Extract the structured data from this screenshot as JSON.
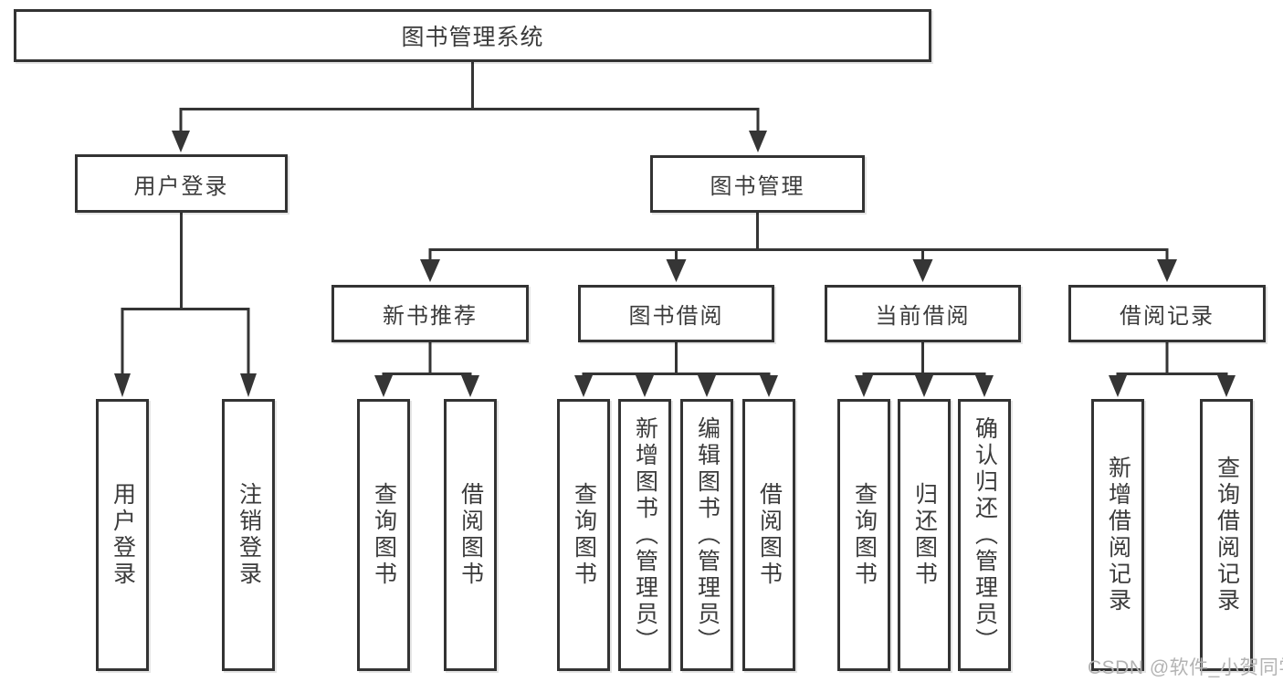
{
  "tree": {
    "label": "图书管理系统",
    "children": [
      {
        "label": "用户登录",
        "children": [
          {
            "label": "用户登录"
          },
          {
            "label": "注销登录"
          }
        ]
      },
      {
        "label": "图书管理",
        "children": [
          {
            "label": "新书推荐",
            "children": [
              {
                "label": "查询图书"
              },
              {
                "label": "借阅图书"
              }
            ]
          },
          {
            "label": "图书借阅",
            "children": [
              {
                "label": "查询图书"
              },
              {
                "label": "新增图书（管理员）"
              },
              {
                "label": "编辑图书（管理员）"
              },
              {
                "label": "借阅图书"
              }
            ]
          },
          {
            "label": "当前借阅",
            "children": [
              {
                "label": "查询图书"
              },
              {
                "label": "归还图书"
              },
              {
                "label": "确认归还（管理员）"
              }
            ]
          },
          {
            "label": "借阅记录",
            "children": [
              {
                "label": "新增借阅记录"
              },
              {
                "label": "查询借阅记录"
              }
            ]
          }
        ]
      }
    ]
  },
  "watermark": {
    "text": "CSDN @软件_小贺同学"
  },
  "colors": {
    "line": "#353535",
    "box_border": "#333333",
    "text": "#3b3b3b",
    "watermark": "#b3b3b3",
    "background": "#ffffff"
  }
}
